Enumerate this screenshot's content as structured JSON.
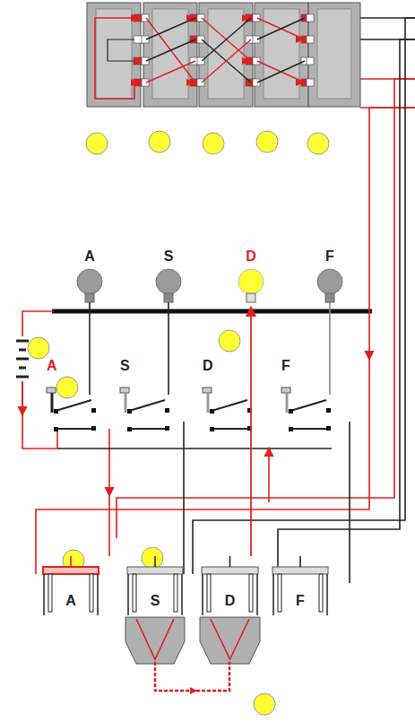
{
  "diagram": {
    "nodes": [
      {
        "text": [
          "A"
        ]
      },
      {
        "text": [
          "S"
        ]
      },
      {
        "text": [
          "D"
        ]
      },
      {
        "text": [
          "F"
        ]
      },
      {
        "text": [
          "A"
        ]
      },
      {
        "text": [
          "S"
        ]
      },
      {
        "text": [
          "D"
        ]
      },
      {
        "text": [
          "F"
        ]
      }
    ],
    "edges": [
      {
        "from": 6,
        "to": 2,
        "arrow": "to"
      }
    ],
    "labels": [
      "A",
      "S",
      "D",
      "F"
    ]
  }
}
